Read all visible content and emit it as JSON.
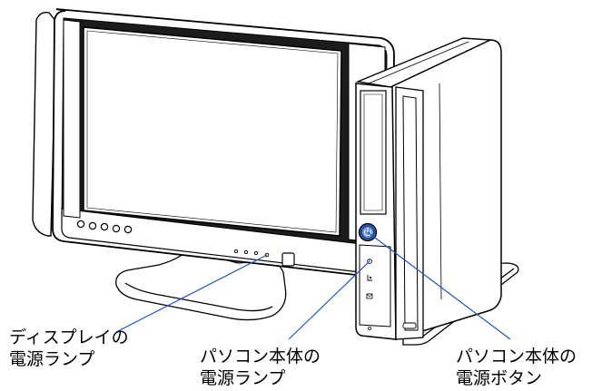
{
  "callouts": [
    {
      "id": "monitor-power-lamp",
      "line1": "ディスプレイの",
      "line2": "電源ランプ"
    },
    {
      "id": "pc-power-lamp",
      "line1": "パソコン本体の",
      "line2": "電源ランプ"
    },
    {
      "id": "pc-power-button",
      "line1": "パソコン本体の",
      "line2": "電源ボタン"
    }
  ],
  "colors": {
    "callout_line": "#1a55c8",
    "outline": "#000000",
    "button_accent": "#6f97d8"
  },
  "icons": [
    "power-button-icon",
    "power-lamp-icon",
    "drive-lamp-icon",
    "mail-lamp-icon"
  ]
}
